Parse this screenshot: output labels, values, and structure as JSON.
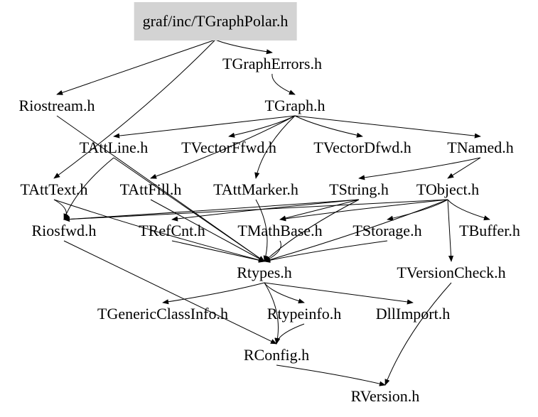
{
  "graph": {
    "nodes": [
      "graf/inc/TGraphPolar.h",
      "TGraphErrors.h",
      "Riostream.h",
      "TGraph.h",
      "TAttLine.h",
      "TVectorFfwd.h",
      "TVectorDfwd.h",
      "TNamed.h",
      "TAttText.h",
      "TAttFill.h",
      "TAttMarker.h",
      "TString.h",
      "TObject.h",
      "Riosfwd.h",
      "TRefCnt.h",
      "TMathBase.h",
      "TStorage.h",
      "TBuffer.h",
      "Rtypes.h",
      "TVersionCheck.h",
      "TGenericClassInfo.h",
      "Rtypeinfo.h",
      "DllImport.h",
      "RConfig.h",
      "RVersion.h"
    ],
    "edges": [
      [
        0,
        1
      ],
      [
        0,
        2
      ],
      [
        0,
        8
      ],
      [
        1,
        3
      ],
      [
        3,
        4
      ],
      [
        3,
        5
      ],
      [
        3,
        6
      ],
      [
        3,
        7
      ],
      [
        3,
        9
      ],
      [
        3,
        10
      ],
      [
        7,
        12
      ],
      [
        7,
        11
      ],
      [
        4,
        13
      ],
      [
        4,
        18
      ],
      [
        8,
        13
      ],
      [
        8,
        18
      ],
      [
        9,
        18
      ],
      [
        10,
        18
      ],
      [
        11,
        14
      ],
      [
        11,
        15
      ],
      [
        11,
        13
      ],
      [
        11,
        18
      ],
      [
        12,
        13
      ],
      [
        12,
        16
      ],
      [
        12,
        17
      ],
      [
        12,
        19
      ],
      [
        12,
        18
      ],
      [
        12,
        15
      ],
      [
        14,
        18
      ],
      [
        15,
        18
      ],
      [
        16,
        18
      ],
      [
        2,
        18
      ],
      [
        18,
        20
      ],
      [
        18,
        21
      ],
      [
        18,
        22
      ],
      [
        18,
        23
      ],
      [
        21,
        23
      ],
      [
        13,
        23
      ],
      [
        23,
        24
      ],
      [
        19,
        24
      ]
    ]
  }
}
